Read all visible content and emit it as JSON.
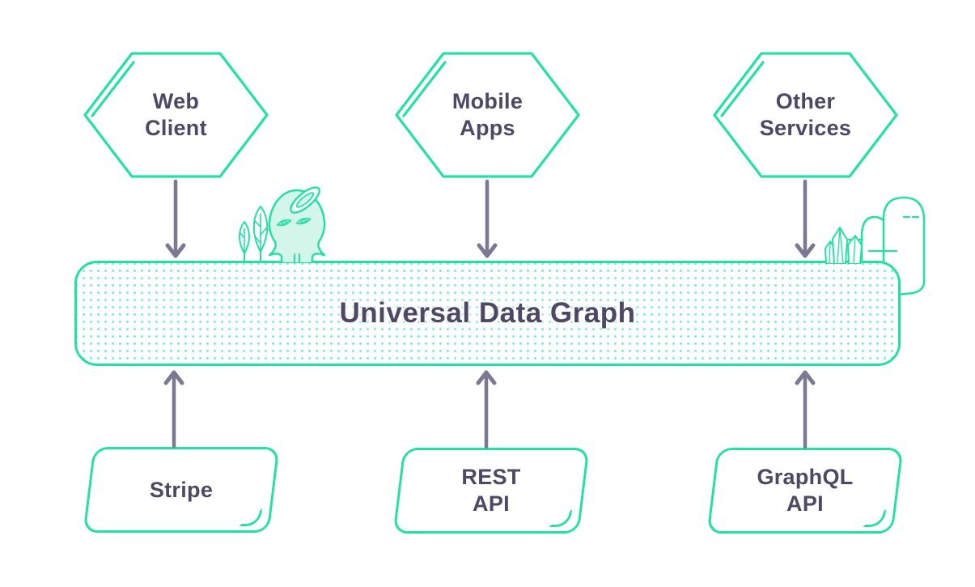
{
  "diagram": {
    "bar_label": "Universal Data Graph"
  },
  "clients": [
    {
      "label": "Web\nClient"
    },
    {
      "label": "Mobile\nApps"
    },
    {
      "label": "Other\nServices"
    }
  ],
  "services": [
    {
      "label": "Stripe"
    },
    {
      "label": "REST\nAPI"
    },
    {
      "label": "GraphQL\nAPI"
    }
  ],
  "colors": {
    "teal_outline": "#25E0A5",
    "mint_fill": "#D4F6EA",
    "text_ink": "#4C4866",
    "arrow": "#7B7894",
    "dot_pattern": "rgba(37,223,165,0.55)"
  },
  "icons": [
    "ghost-mascot-icon",
    "leaf-plants-icon",
    "crystals-icon",
    "rock-mounds-icon"
  ]
}
